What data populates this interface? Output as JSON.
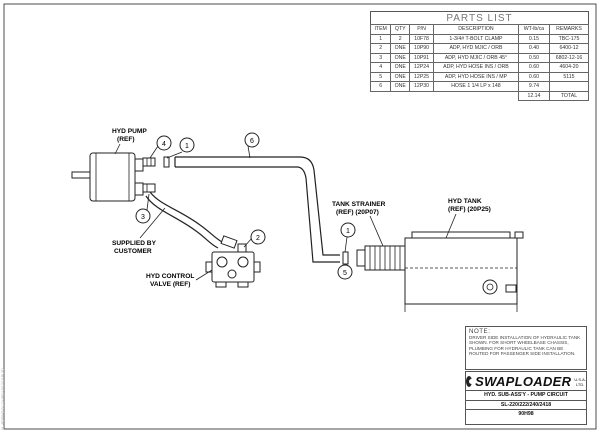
{
  "parts_list": {
    "title": "PARTS LIST",
    "headers": [
      "ITEM",
      "QTY",
      "P/N",
      "DESCRIPTION",
      "WT-lb/ca",
      "REMARKS"
    ],
    "rows": [
      [
        "1",
        "2",
        "10F78",
        "1-3/4# T-BOLT CLAMP",
        "0.15",
        "TBC-175"
      ],
      [
        "2",
        "ONE",
        "10P90",
        "ADP, HYD MJIC / ORB",
        "0.40",
        "6400-12"
      ],
      [
        "3",
        "ONE",
        "10P91",
        "ADP, HYD MJIC / ORB 45°",
        "0.50",
        "6802-12-16"
      ],
      [
        "4",
        "ONE",
        "12P24",
        "ADP, HYD HOSE INS / ORB",
        "0.60",
        "4604-20"
      ],
      [
        "5",
        "ONE",
        "12P25",
        "ADP, HYD HOSE INS / MP",
        "0.60",
        "5115"
      ],
      [
        "6",
        "ONE",
        "12P30",
        "HOSE 1 1/4 LP x 148",
        "9.74",
        ""
      ]
    ],
    "total_weight": "12.14",
    "total_label": "TOTAL"
  },
  "labels": {
    "hyd_pump": [
      "HYD PUMP",
      "(REF)"
    ],
    "supplied_by": [
      "SUPPLIED BY",
      "CUSTOMER"
    ],
    "hyd_control_valve": [
      "HYD CONTROL",
      "VALVE (REF)"
    ],
    "tank_strainer": [
      "TANK STRAINER",
      "(REF) (20P07)"
    ],
    "hyd_tank": [
      "HYD TANK",
      "(REF) (20P25)"
    ]
  },
  "callouts": [
    "1",
    "1",
    "2",
    "3",
    "4",
    "5",
    "6"
  ],
  "note": {
    "title": "NOTE:",
    "lines": [
      "DRIVER SIDE INSTALLATION OF HYDRAULIC TANK",
      "SHOWN.  FOR SHORT WHEELBASE CHASSIS,",
      "PLUMBING FOR HYDRAULIC TANK CAN BE",
      "ROUTED FOR PASSENGER SIDE INSTALLATION."
    ]
  },
  "title_block": {
    "brand": "SWAPLOADER",
    "registered": "U.S.A. LTD.",
    "title": "HYD. SUB-ASS'Y - PUMP CIRCUIT",
    "models": "SL-220/222/240/2418",
    "drawing_number": "90H98"
  },
  "side_stamp": "SL-PDRWG/SL22x  REV 5/17/10  PLTD"
}
